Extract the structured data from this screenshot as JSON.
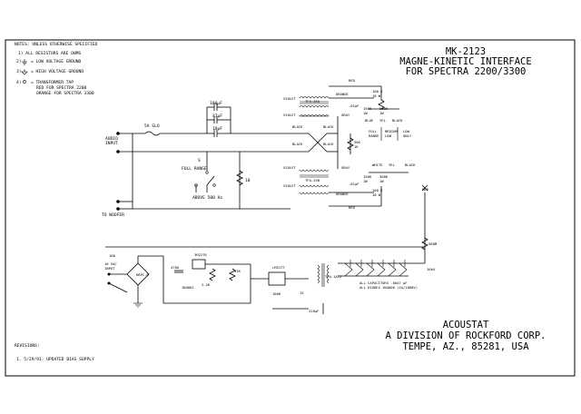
{
  "title": {
    "model": "MK-2123",
    "line1": "MAGNE-KINETIC INTERFACE",
    "line2": "FOR SPECTRA 2200/3300"
  },
  "notes": {
    "header": "NOTES: UNLESS OTHERWISE SPECIFIED",
    "n1": "1) ALL RESISTORS ARE OHMS",
    "n2": "= LOW VOLTAGE GROUND",
    "n3": "= HIGH VOLTAGE GROUND",
    "n4a": "= TRANSFORMER TAP",
    "n4b": "RED FOR SPECTRA 2200",
    "n4c": "ORANGE FOR SPECTRA 3300"
  },
  "company": {
    "name": "ACOUSTAT",
    "division": "A DIVISION OF ROCKFORD CORP.",
    "address": "TEMPE, AZ., 85281, USA"
  },
  "revisions": {
    "header": "REVISIONS:",
    "r1": "1. 5/29/91: UPDATED BIAS SUPPLY"
  },
  "labels": {
    "audio_input_1": "AUDIO",
    "audio_input_2": "INPUT",
    "to_woofer": "TO WOOFER",
    "fuse": "5A SLO",
    "full_range": "FULL RANGE",
    "above_500": "ABOVE 500 Hz",
    "cap_100uf": "100µF",
    "cap_47uf": "47µF",
    "cap_10uf": "10µF",
    "res_10": "10",
    "res_50k": "50K",
    "res_1k": "1K",
    "tfa_25a": "TFA-25A",
    "tfa_25b": "TFA-25B",
    "violet": "VIOLET",
    "red": "RED",
    "orange": "ORANGE",
    "gray": "GRAY",
    "black": "BLACK",
    "white": "WHITE",
    "yel": "YEL",
    "blue": "BLUE",
    "cap_01uf": ".01µF",
    "res_100k": "100 K",
    "res_10w": "10 W",
    "res_150k": "150K",
    "res_500k": "500K",
    "res_1w": "1W",
    "res_300k": "300K",
    "full_range2": "FULL",
    "range2": "RANGE",
    "medium": "MEDIUM",
    "low": "LOW",
    "low_only": "LOW",
    "only": "ONLY",
    "res_560m": "560M",
    "hv_10kv": "10kV",
    "d_1n4001": "1N4001",
    "sm_3h": "3H2276",
    "lm_317": "LM317T",
    "bridge": "KBPC-6",
    "in_16vac": "16 VAC",
    "input": "INPUT",
    "tfa_1a72": "TFA-1A72",
    "cap_4700": "4700",
    "cap_220": "220µF",
    "res_2k": "2.2K",
    "res_3k": "33K",
    "res_100": "100",
    "res_150": "15",
    "res_100k2": "100K",
    "all_caps": "ALL CAPACITORS .0047 µF",
    "all_diodes": "ALL DIODES 1N4006 (2A/1000V)"
  }
}
